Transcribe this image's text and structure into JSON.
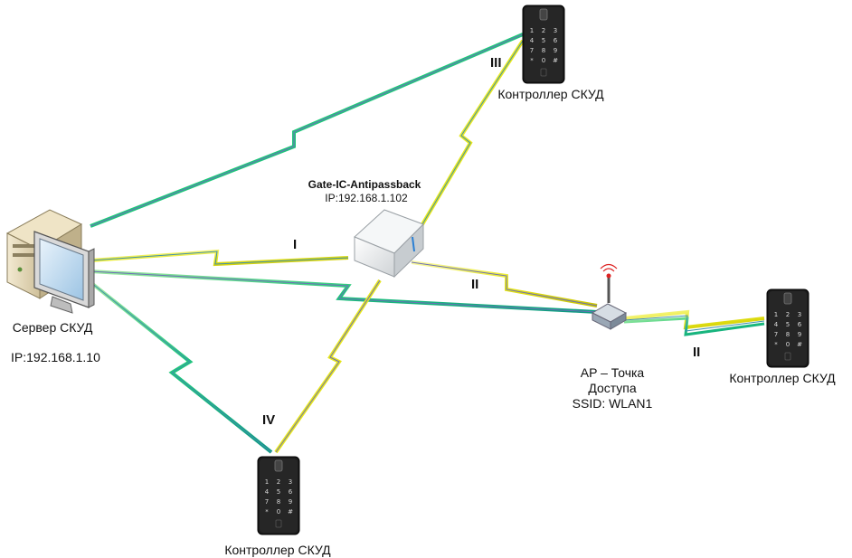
{
  "server": {
    "label": "Сервер СКУД",
    "ip": "IP:192.168.1.10",
    "icon": "desktop-computer-icon"
  },
  "antipassback": {
    "name": "Gate-IC-Antipassback",
    "ip": "IP:192.168.1.102",
    "icon": "router-box-icon"
  },
  "access_point": {
    "line1": "AP – Точка",
    "line2": "Доступа",
    "line3": "SSID: WLAN1",
    "icon": "wifi-access-point-icon"
  },
  "controllers": [
    {
      "label": "Контроллер СКУД",
      "icon": "keypad-reader-icon"
    },
    {
      "label": "Контроллер СКУД",
      "icon": "keypad-reader-icon"
    },
    {
      "label": "Контроллер СКУД",
      "icon": "keypad-reader-icon"
    }
  ],
  "keypad_keys": [
    "1",
    "2",
    "3",
    "4",
    "5",
    "6",
    "7",
    "8",
    "9",
    "*",
    "0",
    "#"
  ],
  "link_labels": {
    "one": "I",
    "two_a": "II",
    "two_b": "II",
    "three": "III",
    "four": "IV"
  },
  "colors": {
    "green_link": "#1fc77a",
    "yellow_link": "#e8e81a",
    "wire_a": "#6d6fb8",
    "wire_b": "#3f8fae"
  }
}
